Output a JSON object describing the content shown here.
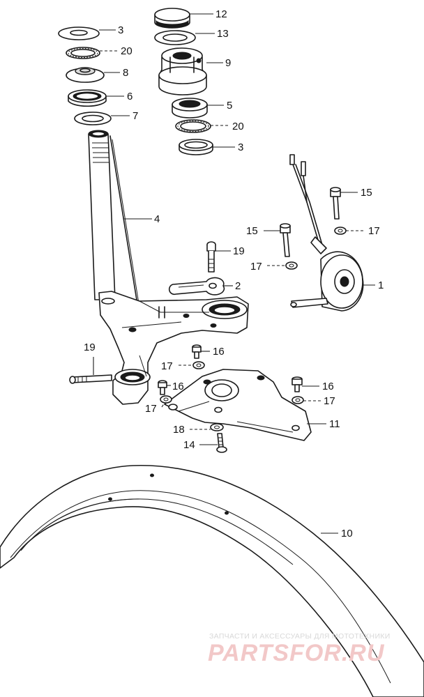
{
  "callouts": {
    "c1": "1",
    "c2": "2",
    "c3a": "3",
    "c3b": "3",
    "c4": "4",
    "c5": "5",
    "c6": "6",
    "c7": "7",
    "c8": "8",
    "c9": "9",
    "c10": "10",
    "c11": "11",
    "c12": "12",
    "c13": "13",
    "c14": "14",
    "c15a": "15",
    "c15b": "15",
    "c16a": "16",
    "c16b": "16",
    "c16c": "16",
    "c17a": "17",
    "c17b": "17",
    "c17c": "17",
    "c17d": "17",
    "c17e": "17",
    "c18": "18",
    "c19a": "19",
    "c19b": "19",
    "c20a": "20",
    "c20b": "20"
  },
  "watermark": {
    "tagline": "ЗАПЧАСТИ И АКСЕССУАРЫ ДЛЯ МОТОТЕХНИКИ",
    "brand": "PARTSFOR.RU"
  },
  "colors": {
    "ink": "#1a1a1a",
    "watermark_brand": "#f2c8c8",
    "watermark_tagline": "#d8d8d8"
  }
}
